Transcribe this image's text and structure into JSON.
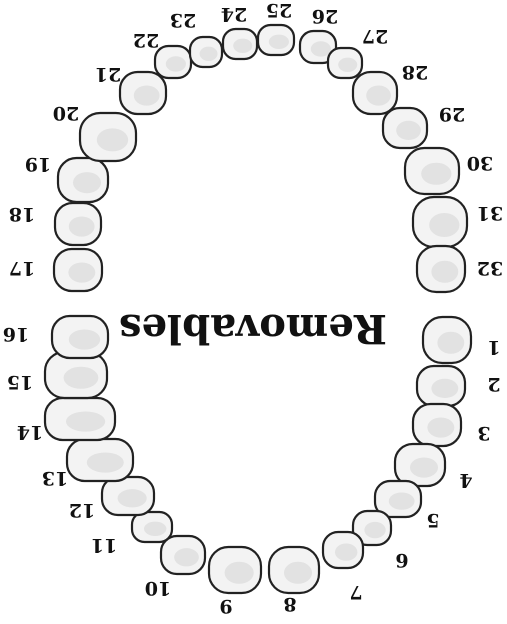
{
  "title": "Removables",
  "teeth": [
    {
      "number": "1"
    },
    {
      "number": "2"
    },
    {
      "number": "3"
    },
    {
      "number": "4"
    },
    {
      "number": "5"
    },
    {
      "number": "6"
    },
    {
      "number": "7"
    },
    {
      "number": "8"
    },
    {
      "number": "9"
    },
    {
      "number": "10"
    },
    {
      "number": "11"
    },
    {
      "number": "12"
    },
    {
      "number": "13"
    },
    {
      "number": "14"
    },
    {
      "number": "15"
    },
    {
      "number": "16"
    },
    {
      "number": "17"
    },
    {
      "number": "18"
    },
    {
      "number": "19"
    },
    {
      "number": "20"
    },
    {
      "number": "21"
    },
    {
      "number": "22"
    },
    {
      "number": "23"
    },
    {
      "number": "24"
    },
    {
      "number": "25"
    },
    {
      "number": "26"
    },
    {
      "number": "27"
    },
    {
      "number": "28"
    },
    {
      "number": "29"
    },
    {
      "number": "30"
    },
    {
      "number": "31"
    },
    {
      "number": "32"
    }
  ],
  "colors": {
    "tooth_fill": "#f3f3f3",
    "tooth_stroke": "#222222",
    "shade": "#d4d4d4",
    "text": "#111111"
  }
}
